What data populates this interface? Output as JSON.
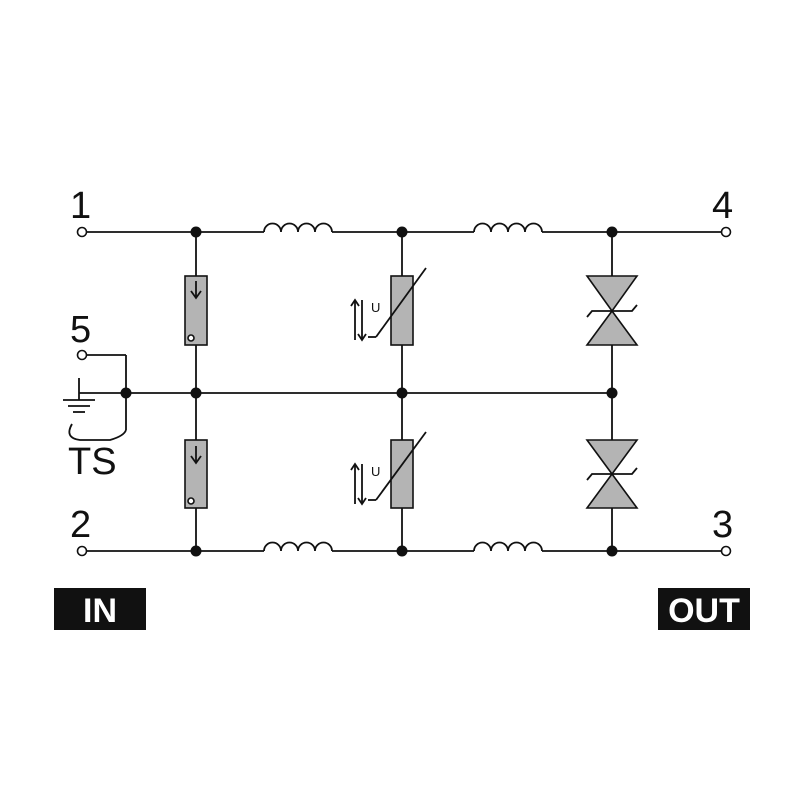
{
  "terminals": {
    "t1": "1",
    "t2": "2",
    "t3": "3",
    "t4": "4",
    "t5": "5"
  },
  "ts_label": "TS",
  "voltage_symbol": "U",
  "in_tag": "IN",
  "out_tag": "OUT",
  "colors": {
    "component_fill": "#b4b4b4",
    "line": "#111111",
    "tag_background": "#111111",
    "tag_text": "#ffffff"
  }
}
